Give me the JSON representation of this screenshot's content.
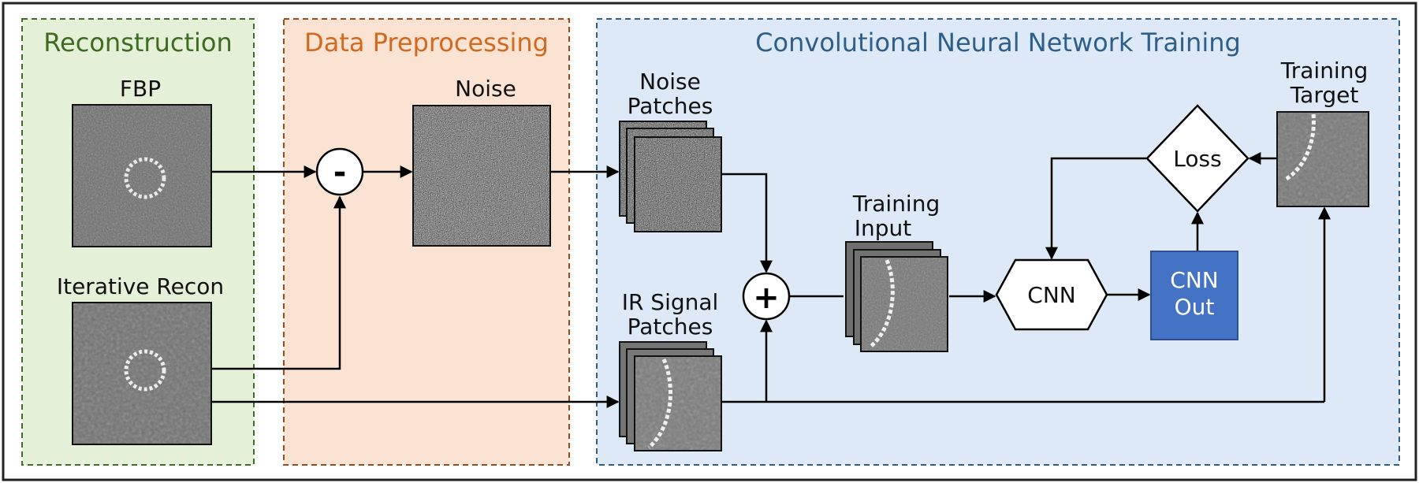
{
  "sections": {
    "reconstruction": {
      "title": "Reconstruction",
      "fill": "#e4f0d8",
      "stroke": "#3c6e23",
      "title_color": "#3d6b20"
    },
    "preprocessing": {
      "title": "Data Preprocessing",
      "fill": "#fbe3d3",
      "stroke": "#9a4a1a",
      "title_color": "#d2691e"
    },
    "training": {
      "title": "Convolutional Neural Network Training",
      "fill": "#dde9f6",
      "stroke": "#2e5f8a",
      "title_color": "#2e5f8a"
    }
  },
  "labels": {
    "fbp": "FBP",
    "iterative_recon": "Iterative Recon",
    "noise": "Noise",
    "noise_patches_1": "Noise",
    "noise_patches_2": "Patches",
    "ir_signal_1": "IR Signal",
    "ir_signal_2": "Patches",
    "training_input_1": "Training",
    "training_input_2": "Input",
    "training_target_1": "Training",
    "training_target_2": "Target"
  },
  "nodes": {
    "minus": "-",
    "plus": "+",
    "cnn": "CNN",
    "cnn_out_1": "CNN",
    "cnn_out_2": "Out",
    "loss": "Loss"
  },
  "colors": {
    "cnn_out_fill": "#4472c4",
    "line": "#000000"
  }
}
